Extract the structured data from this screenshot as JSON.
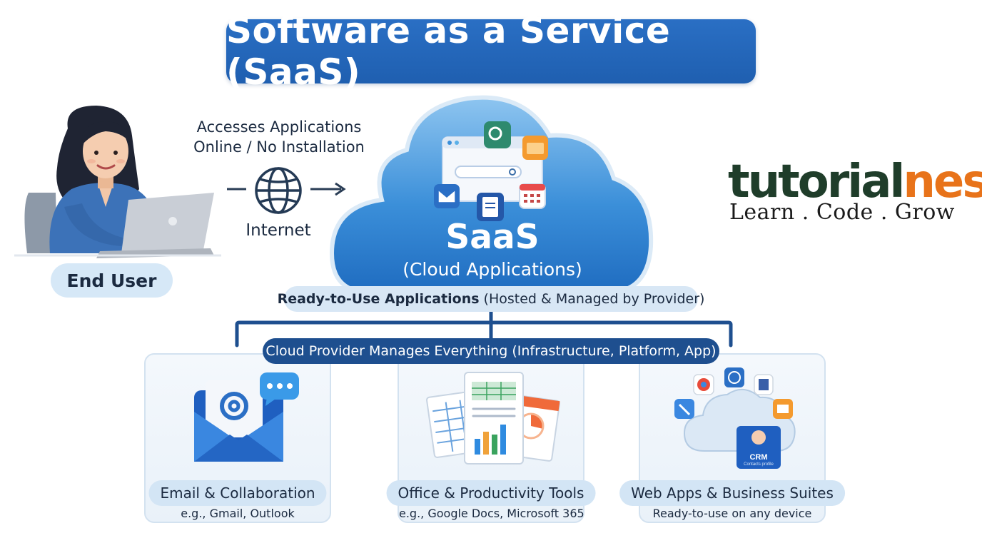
{
  "title": "Software as a Service (SaaS)",
  "end_user": {
    "label": "End User"
  },
  "access": {
    "line1": "Accesses Applications",
    "line2": "Online / No Installation",
    "internet_label": "Internet"
  },
  "cloud": {
    "heading": "SaaS",
    "subheading": "(Cloud Applications)"
  },
  "ready_use": {
    "bold": "Ready-to-Use Applications",
    "rest": "(Hosted & Managed by Provider)"
  },
  "provider_bar": "Cloud Provider Manages Everything (Infrastructure, Platform, App)",
  "cards": [
    {
      "title": "Email & Collaboration",
      "subtitle": "e.g., Gmail, Outlook",
      "icon": "email-icon"
    },
    {
      "title": "Office & Productivity Tools",
      "subtitle": "e.g., Google Docs, Microsoft 365",
      "icon": "documents-icon"
    },
    {
      "title": "Web Apps & Business Suites",
      "subtitle": "Ready-to-use on any device",
      "icon": "cloud-apps-icon",
      "badge": "CRM",
      "badge_sub": "Contacts profile"
    }
  ],
  "logo": {
    "word1": "tutorial",
    "word2": "nest",
    "tagline": "Learn . Code . Grow"
  },
  "colors": {
    "primary_blue": "#1f5fb0",
    "dark_navy": "#1e4f8f",
    "light_blue": "#d6e8f7",
    "logo_green": "#1f3d2a",
    "logo_orange": "#e8731a"
  }
}
